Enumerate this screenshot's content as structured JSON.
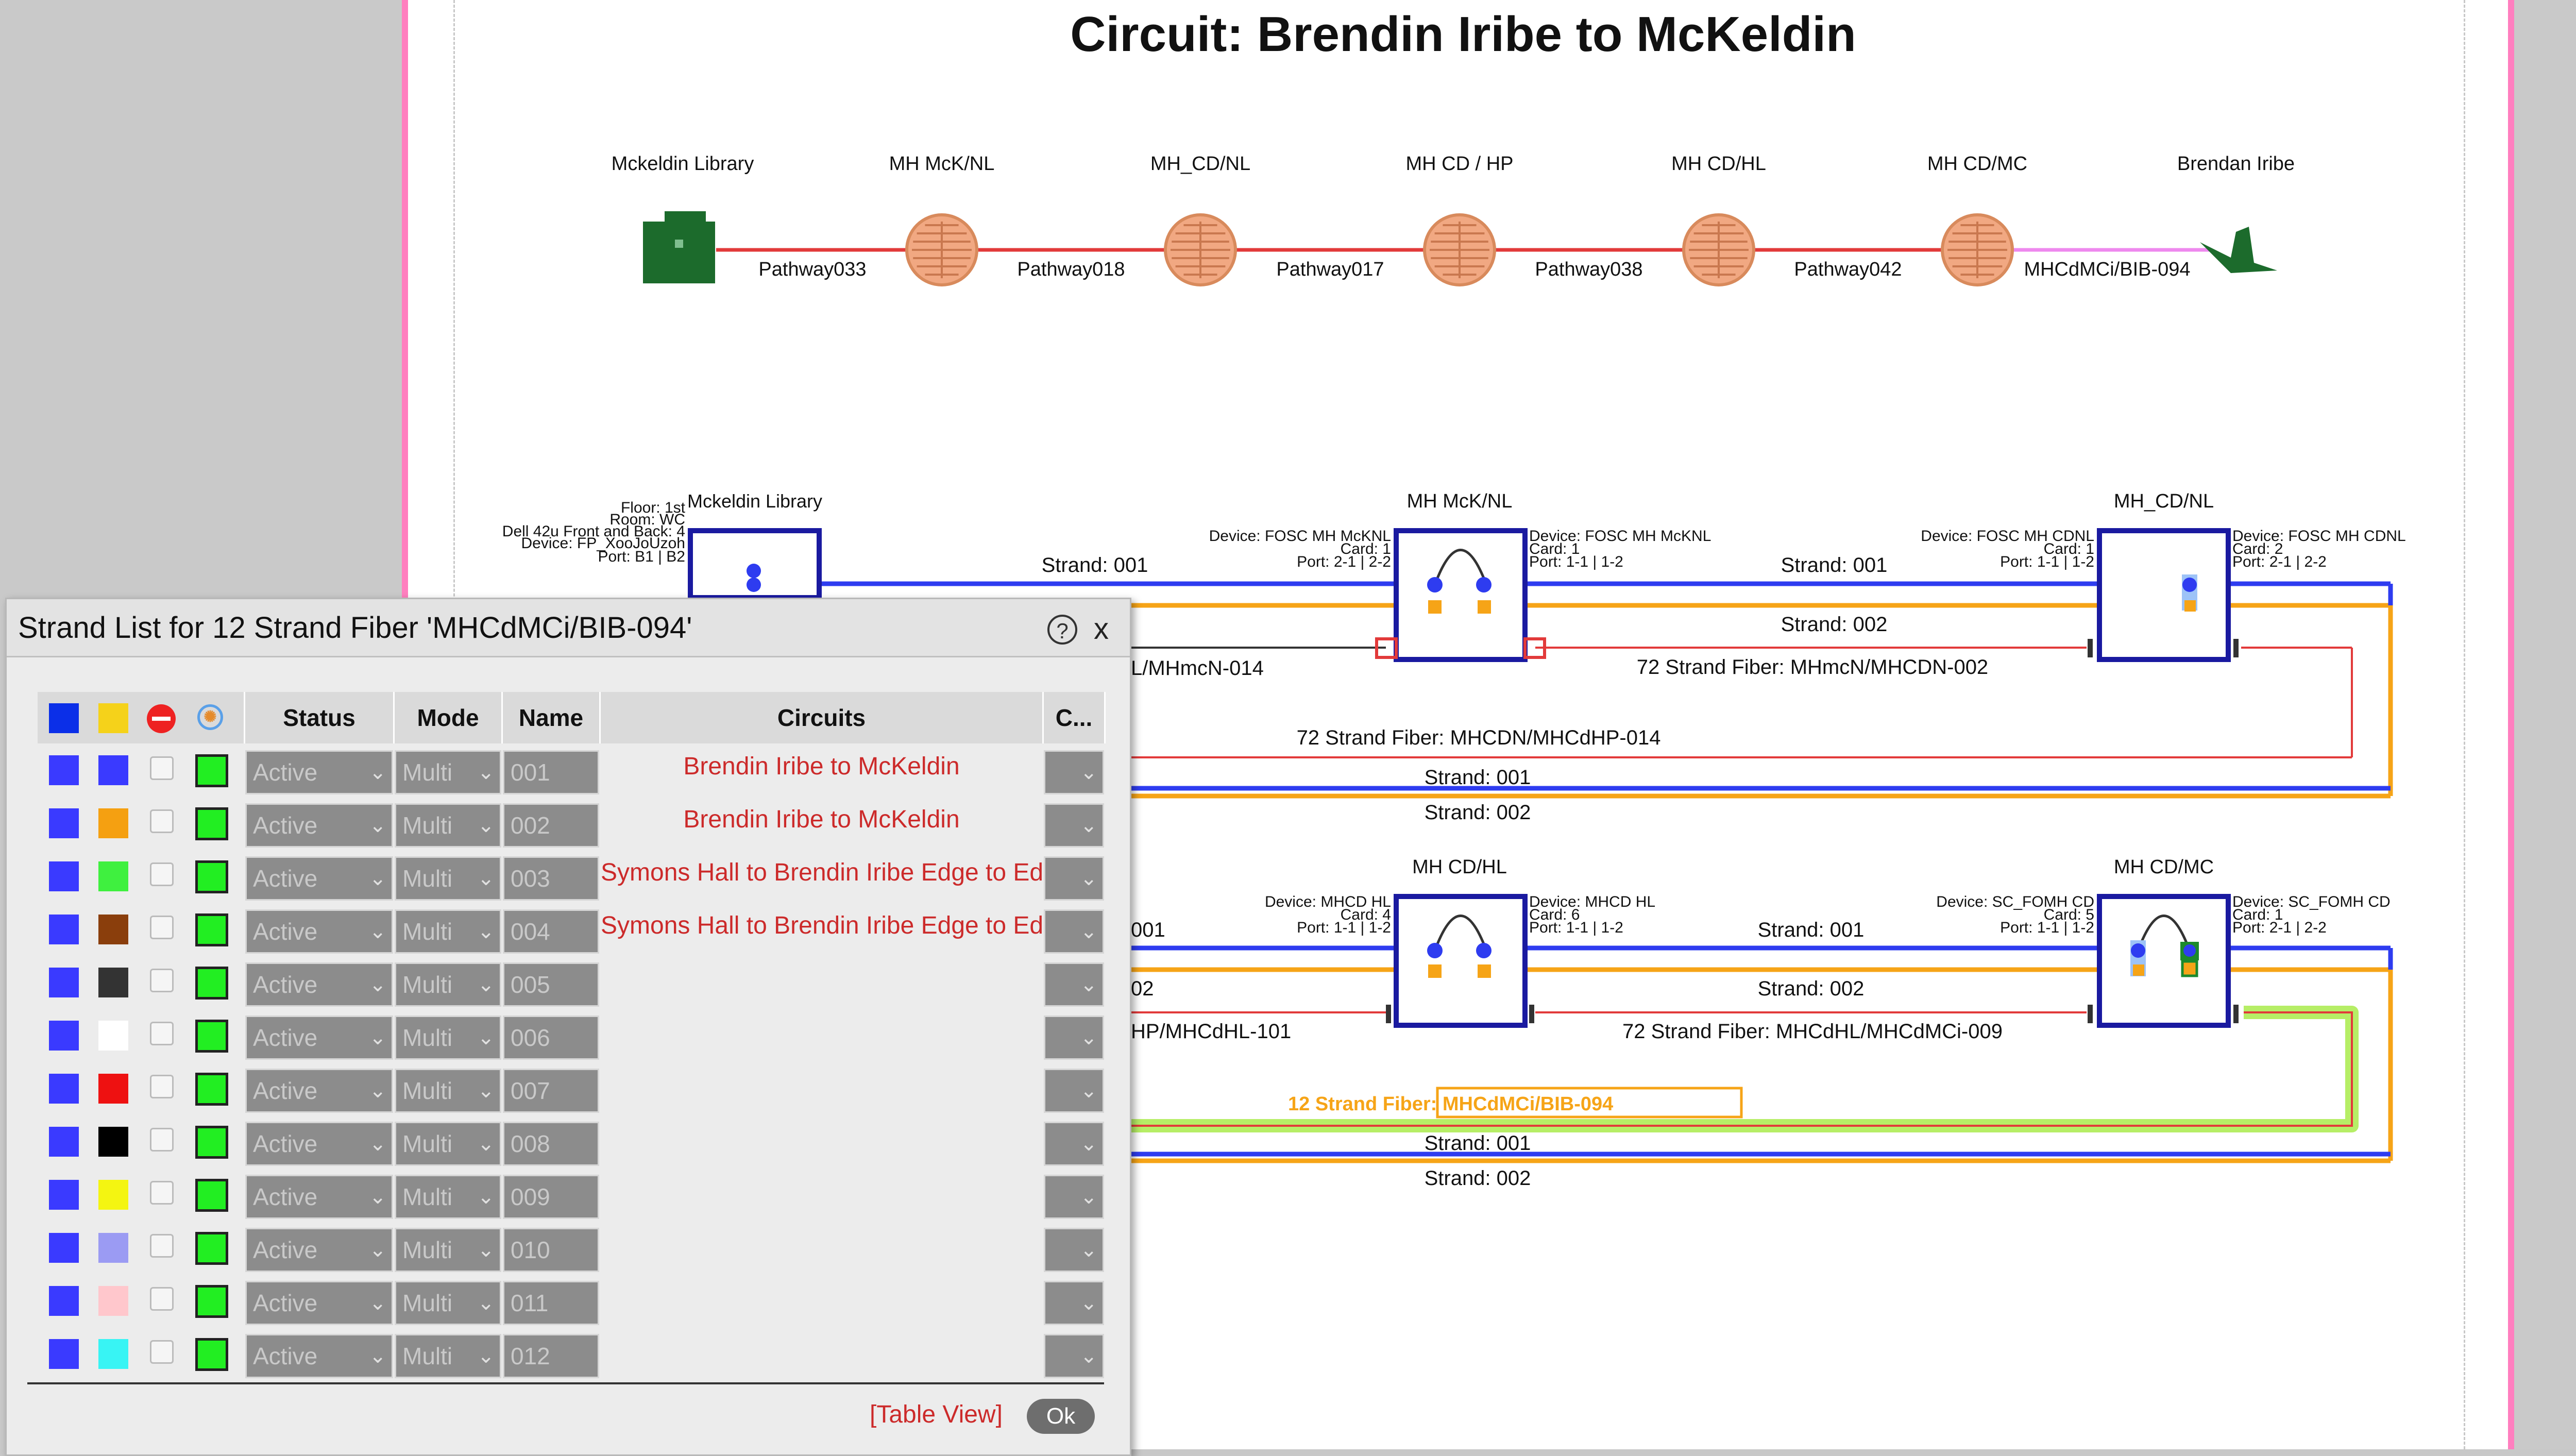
{
  "circuit": {
    "title": "Circuit: Brendin Iribe to McKeldin",
    "nodes": [
      "Mckeldin Library",
      "MH McK/NL",
      "MH_CD/NL",
      "MH CD / HP",
      "MH CD/HL",
      "MH CD/MC",
      "Brendan Iribe"
    ],
    "pathways": [
      "Pathway033",
      "Pathway018",
      "Pathway017",
      "Pathway038",
      "Pathway042",
      "MHCdMCi/BIB-094"
    ]
  },
  "splice": {
    "top_row": {
      "lib_label": "Mckeldin Library",
      "lib_details": [
        "Floor: 1st",
        "Room: WC",
        "Dell 42u Front and Back: 4",
        "Device: FP_XooJoUzoh",
        "Port: B1 | B2"
      ],
      "mck_label": "MH McK/NL",
      "mck_left": [
        "Device: FOSC MH McKNL",
        "Card: 1",
        "Port: 2-1 | 2-2"
      ],
      "mck_right": [
        "Device: FOSC MH McKNL",
        "Card: 1",
        "Port: 1-1 | 1-2"
      ],
      "cdnl_label": "MH_CD/NL",
      "cdnl_left": [
        "Device: FOSC MH CDNL",
        "Card: 1",
        "Port: 1-1 | 1-2"
      ],
      "cdnl_right": [
        "Device: FOSC MH CDNL",
        "Card: 2",
        "Port: 2-1 | 2-2"
      ],
      "strand1": "Strand: 001",
      "strand2": "Strand: 002",
      "fiber_a": "L/MHmcN-014",
      "fiber_b": "72 Strand Fiber: MHmcN/MHCDN-002",
      "fiber_c": "72 Strand Fiber: MHCDN/MHCdHP-014",
      "strand1b": "Strand: 001",
      "strand2b": "Strand: 002"
    },
    "bottom_row": {
      "hl_label": "MH CD/HL",
      "hl_left": [
        "Device: MHCD HL",
        "Card: 4",
        "Port: 1-1 | 1-2"
      ],
      "hl_right": [
        "Device: MHCD HL",
        "Card: 6",
        "Port: 1-1 | 1-2"
      ],
      "mc_label": "MH CD/MC",
      "mc_left": [
        "Device: SC_FOMH CD",
        "Card: 5",
        "Port: 1-1 | 1-2"
      ],
      "mc_right": [
        "Device: SC_FOMH CD",
        "Card: 1",
        "Port: 2-1 | 2-2"
      ],
      "strand1": "Strand: 001",
      "strand2": "Strand: 002",
      "left1": "001",
      "left2": "02",
      "fiber_a": "HP/MHCdHL-101",
      "fiber_b": "72 Strand Fiber: MHCdHL/MHCdMCi-009",
      "fiber_hl": "12 Strand Fiber: MHCdMCi/BIB-094",
      "strand1b": "Strand: 001",
      "strand2b": "Strand: 002"
    }
  },
  "dialog": {
    "title": "Strand List for 12 Strand Fiber 'MHCdMCi/BIB-094'",
    "help": "?",
    "close": "x",
    "headers": {
      "status": "Status",
      "mode": "Mode",
      "name": "Name",
      "circuits": "Circuits",
      "c": "C..."
    },
    "header_swatches": [
      "#0b2fe8",
      "#f5d21a"
    ],
    "rows": [
      {
        "color": "#3a3aff",
        "status": "Active",
        "mode": "Multi",
        "name": "001",
        "circuit": "Brendin Iribe to McKeldin"
      },
      {
        "color": "#f5a011",
        "status": "Active",
        "mode": "Multi",
        "name": "002",
        "circuit": "Brendin Iribe to McKeldin"
      },
      {
        "color": "#3ff03f",
        "status": "Active",
        "mode": "Multi",
        "name": "003",
        "circuit": "Symons Hall to Brendin Iribe Edge to Edge"
      },
      {
        "color": "#8a3e0c",
        "status": "Active",
        "mode": "Multi",
        "name": "004",
        "circuit": "Symons Hall to Brendin Iribe Edge to Edge"
      },
      {
        "color": "#333333",
        "status": "Active",
        "mode": "Multi",
        "name": "005",
        "circuit": ""
      },
      {
        "color": "#ffffff",
        "status": "Active",
        "mode": "Multi",
        "name": "006",
        "circuit": ""
      },
      {
        "color": "#ee1111",
        "status": "Active",
        "mode": "Multi",
        "name": "007",
        "circuit": ""
      },
      {
        "color": "#000000",
        "status": "Active",
        "mode": "Multi",
        "name": "008",
        "circuit": ""
      },
      {
        "color": "#f4f511",
        "status": "Active",
        "mode": "Multi",
        "name": "009",
        "circuit": ""
      },
      {
        "color": "#9b9bf3",
        "status": "Active",
        "mode": "Multi",
        "name": "010",
        "circuit": ""
      },
      {
        "color": "#ffc7cc",
        "status": "Active",
        "mode": "Multi",
        "name": "011",
        "circuit": ""
      },
      {
        "color": "#38f4f4",
        "status": "Active",
        "mode": "Multi",
        "name": "012",
        "circuit": ""
      }
    ],
    "table_view": "[Table View]",
    "ok": "Ok"
  },
  "colors": {
    "blue": "#2e3cf0",
    "orange": "#f6a417",
    "red": "#e23a3a",
    "manhole": "#f1a882",
    "green": "#1c6b2c",
    "pink": "#ff7fbf",
    "highlight": "#b6ee66"
  }
}
